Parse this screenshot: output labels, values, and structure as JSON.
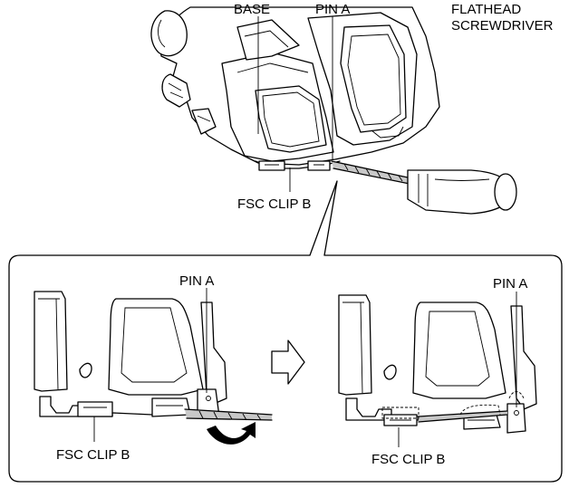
{
  "labels": {
    "base": "BASE",
    "pin_a_top": "PIN A",
    "screwdriver_line1": "FLATHEAD",
    "screwdriver_line2": "SCREWDRIVER",
    "fsc_clip_b_top": "FSC CLIP B",
    "pin_a_left": "PIN A",
    "fsc_clip_b_left": "FSC CLIP B",
    "pin_a_right": "PIN A",
    "fsc_clip_b_right": "FSC CLIP B"
  },
  "icons": {
    "direction_arrow": "right-arrow-icon",
    "rotation_arrow": "curved-arrow-icon"
  },
  "colors": {
    "line": "#000000",
    "shade": "#c8c8c8",
    "background": "#ffffff"
  }
}
